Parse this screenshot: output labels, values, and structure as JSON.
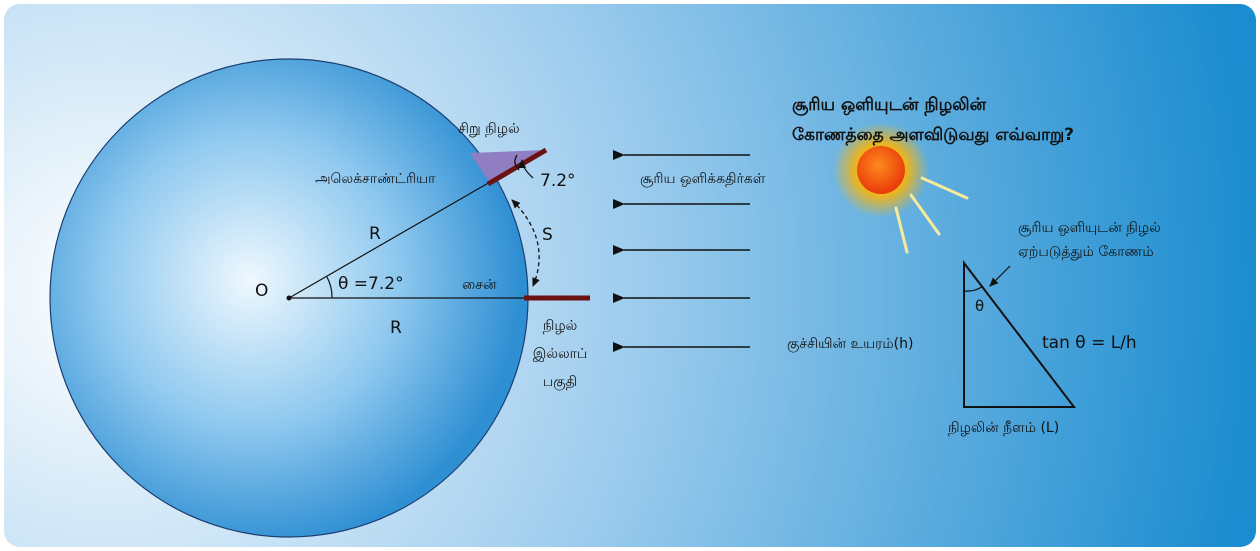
{
  "title": {
    "line1": "சூரிய ஒளியுடன் நிழலின்",
    "line2": "கோணத்தை அளவிடுவது எவ்வாறு?"
  },
  "earth": {
    "center_label": "O",
    "radius_label_top": "R",
    "radius_label_bottom": "R",
    "angle_label": "θ =7.2°",
    "arc_label": "S",
    "alexandria_label": "அலெக்சாண்ட்ரியா",
    "small_shadow_label": "சிறு நிழல்",
    "stick_angle_label": "7.2°",
    "syene_label": "சைன்",
    "no_shadow_label": [
      "நிழல்",
      "இல்லாப்",
      "பகுதி"
    ]
  },
  "sun_rays_label": "சூரிய ஒளிக்கதிர்கள்",
  "triangle": {
    "angle_caption": [
      "சூரிய ஒளியுடன் நிழல்",
      "ஏற்படுத்தும் கோணம்"
    ],
    "theta_label": "θ",
    "height_label": "குச்சியின் உயரம்(h)",
    "formula": "tan θ = L/h",
    "shadow_length_label": "நிழலின் நீளம் (L)"
  },
  "colors": {
    "background_light": "#eef6fc",
    "background_dark": "#1e8fd0",
    "earth_light": "#e6f4fc",
    "earth_dark": "#2f8fd3",
    "stick": "#6b1212",
    "shadow_wedge": "#8f7fc2",
    "sun_core": "#f24a0e",
    "sun_glow": "#ffb400",
    "ray": "#f7ea9a"
  }
}
